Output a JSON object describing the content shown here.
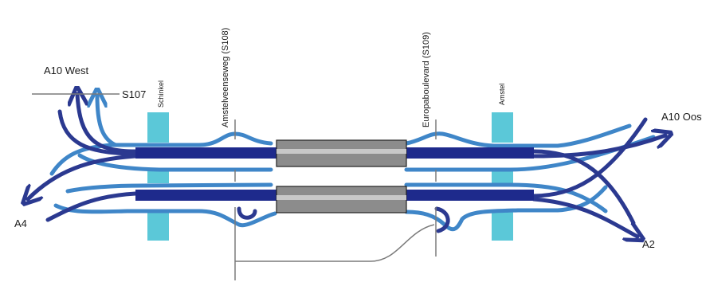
{
  "labels": {
    "a10_west": "A10  West",
    "s107": "S107",
    "schinkel": "Schinkel",
    "amstelveenseweg": "Amstelveenseweg (S108)",
    "europaboulevard": "Europaboulevard (S109)",
    "amstel": "Amstel",
    "a10_oost": "A10 Oost",
    "a4": "A4",
    "a2": "A2"
  },
  "colors": {
    "main_road": "#1e2a8c",
    "dark_ramp": "#2b3990",
    "light_ramp": "#3f86c8",
    "bridge": "#5bc8d8",
    "tunnel_fill": "#8c8c8c",
    "tunnel_stripe": "#c8c8c8",
    "leader": "#7a7a7a"
  },
  "icons": {
    "arrow": "arrowhead-icon"
  }
}
